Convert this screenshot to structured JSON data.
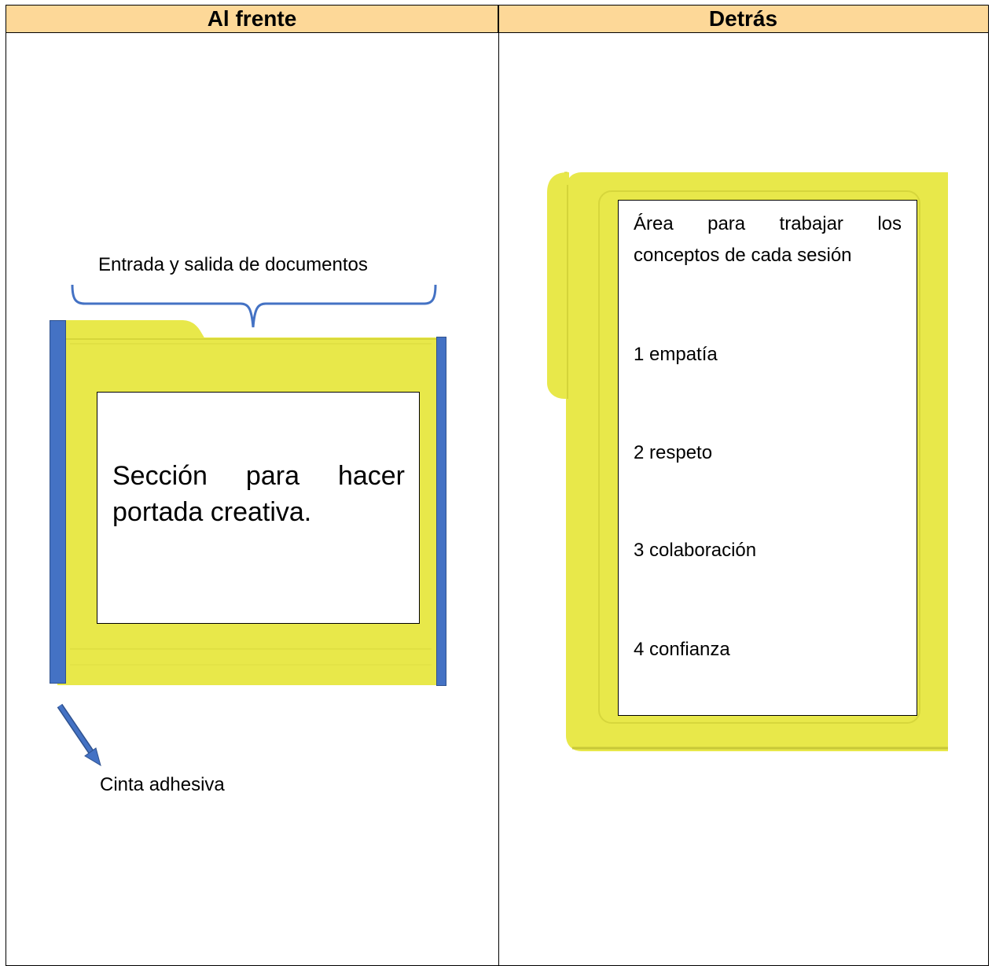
{
  "headers": {
    "front": "Al frente",
    "back": "Detrás"
  },
  "front": {
    "brace_caption": "Entrada y salida de documentos",
    "cover_text": "Sección para hacer portada creativa.",
    "tape_caption": "Cinta adhesiva",
    "folder_color": "#e8e84a",
    "tape_color": "#4472c4"
  },
  "back": {
    "intro": "Área para trabajar los conceptos de cada sesión",
    "items": [
      "1 empatía",
      "2 respeto",
      "3 colaboración",
      "4 confianza"
    ],
    "folder_color": "#e8e84a"
  },
  "colors": {
    "header_bg": "#fdd898"
  }
}
